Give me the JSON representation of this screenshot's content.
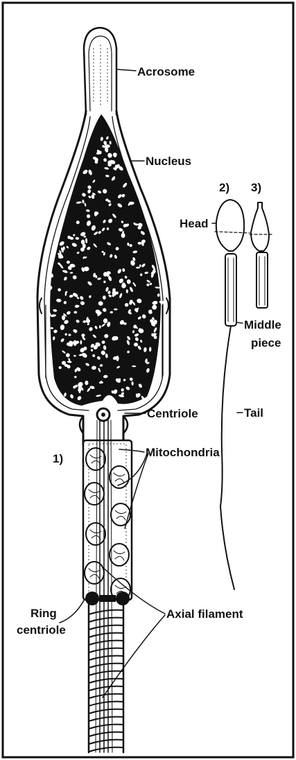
{
  "labels": {
    "acrosome": "Acrosome",
    "nucleus": "Nucleus",
    "centriole": "Centriole",
    "mitochondria": "Mitochondria",
    "axial_filament": "Axial filament",
    "ring_centriole_line1": "Ring",
    "ring_centriole_line2": "centriole",
    "head": "Head",
    "middle_piece_line1": "Middle",
    "middle_piece_line2": "piece",
    "tail": "Tail"
  },
  "figure_numbers": {
    "one": "1)",
    "two": "2)",
    "three": "3)"
  },
  "colors": {
    "ink": "#111111",
    "paper": "#ffffff"
  }
}
